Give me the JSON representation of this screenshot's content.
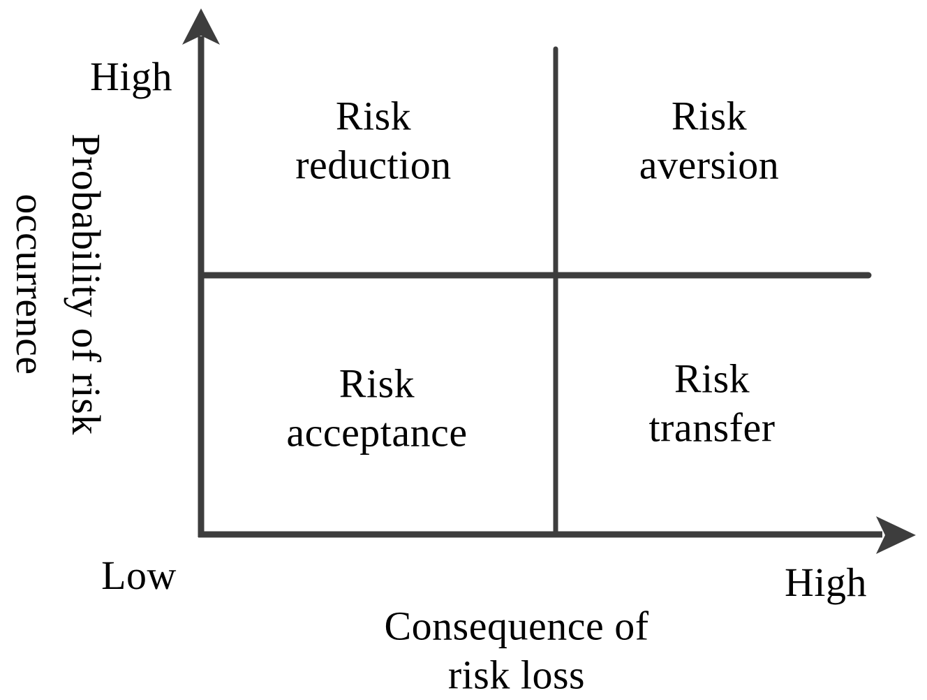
{
  "diagram_type": "risk-strategy-quadrant-matrix",
  "colors": {
    "background": "#ffffff",
    "line": "#3d3d3d",
    "text": "#000000"
  },
  "y_axis": {
    "title_line1": "Probability of risk",
    "title_line2": "occurrence",
    "high_label": "High"
  },
  "x_axis": {
    "title_line1": "Consequence of",
    "title_line2": "risk loss",
    "low_label": "Low",
    "high_label": "High"
  },
  "quadrants": {
    "top_left": {
      "line1": "Risk",
      "line2": "reduction"
    },
    "top_right": {
      "line1": "Risk",
      "line2": "aversion"
    },
    "bottom_left": {
      "line1": "Risk",
      "line2": "acceptance"
    },
    "bottom_right": {
      "line1": "Risk",
      "line2": "transfer"
    }
  }
}
